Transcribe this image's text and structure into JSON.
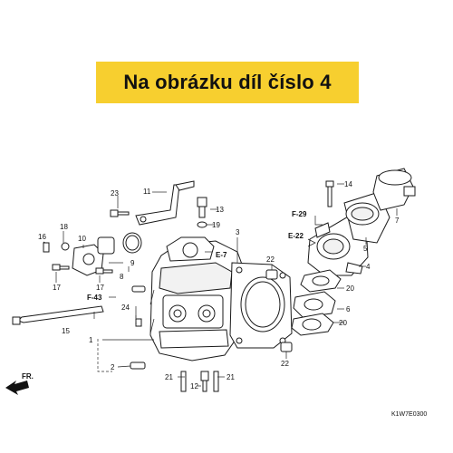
{
  "banner": {
    "text": "Na obrázku díl číslo 4",
    "color": "#f7cf2f"
  },
  "diagram_code": "K1W7E0300",
  "front_marker": "FR.",
  "references": {
    "f29": "F-29",
    "e22": "E-22",
    "e7": "E-7",
    "f43": "F-43"
  },
  "callouts": {
    "p1": "1",
    "p2": "2",
    "p3": "3",
    "p4": "4",
    "p5": "5",
    "p6": "6",
    "p7": "7",
    "p8": "8",
    "p9": "9",
    "p10": "10",
    "p11": "11",
    "p12": "12",
    "p13": "13",
    "p14": "14",
    "p15": "15",
    "p16": "16",
    "p17a": "17",
    "p17b": "17",
    "p18": "18",
    "p19": "19",
    "p20a": "20",
    "p20b": "20",
    "p21a": "21",
    "p21b": "21",
    "p22a": "22",
    "p22b": "22",
    "p23": "23",
    "p24": "24"
  }
}
